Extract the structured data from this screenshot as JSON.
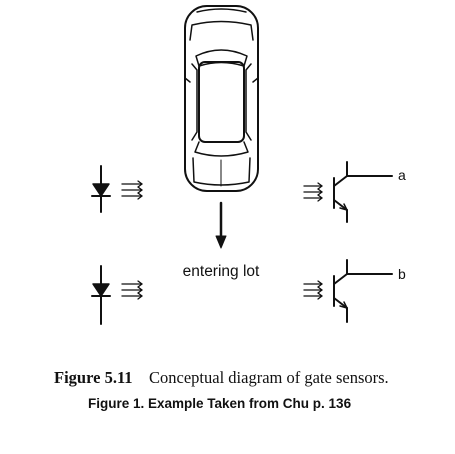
{
  "labels": {
    "entering": "entering lot",
    "sensor_a": "a",
    "sensor_b": "b"
  },
  "caption": {
    "figure_number": "Figure 5.11",
    "figure_text": "Conceptual diagram of gate sensors.",
    "source": "Figure 1. Example Taken from Chu p. 136"
  }
}
